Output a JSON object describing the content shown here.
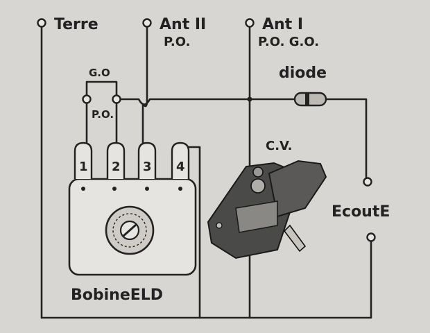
{
  "labels": {
    "terre": "Terre",
    "ant2": "Ant II",
    "ant2_sub": "P.O.",
    "ant1": "Ant I",
    "ant1_sub": "P.O. G.O.",
    "go": "G.O",
    "po": "P.O.",
    "diode": "diode",
    "cv": "C.V.",
    "ecout": "EcoutE",
    "bobine": "BobineELD",
    "pin1": "1",
    "pin2": "2",
    "pin3": "3",
    "pin4": "4"
  },
  "colors": {
    "paper": "#d8d6d3",
    "ink": "#222222",
    "capacitor_body": "#4a4a48"
  }
}
